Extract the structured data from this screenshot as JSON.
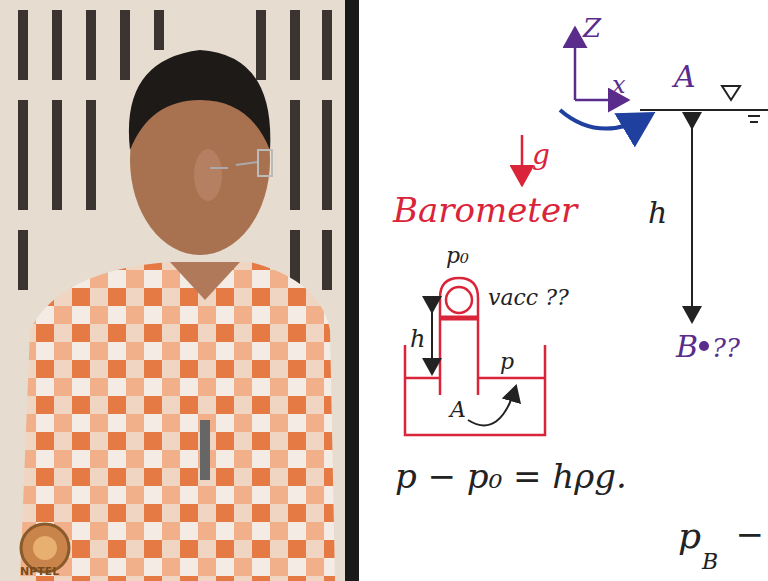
{
  "diagram": {
    "title": "Barometer",
    "labels": [
      "Z",
      "x",
      "A",
      "h",
      "B",
      "??",
      "g",
      "p₀",
      "vacc ??",
      "h",
      "p",
      "A",
      "p − p₀ = hρg.",
      "p",
      "B",
      "−",
      "NPTEL"
    ]
  }
}
